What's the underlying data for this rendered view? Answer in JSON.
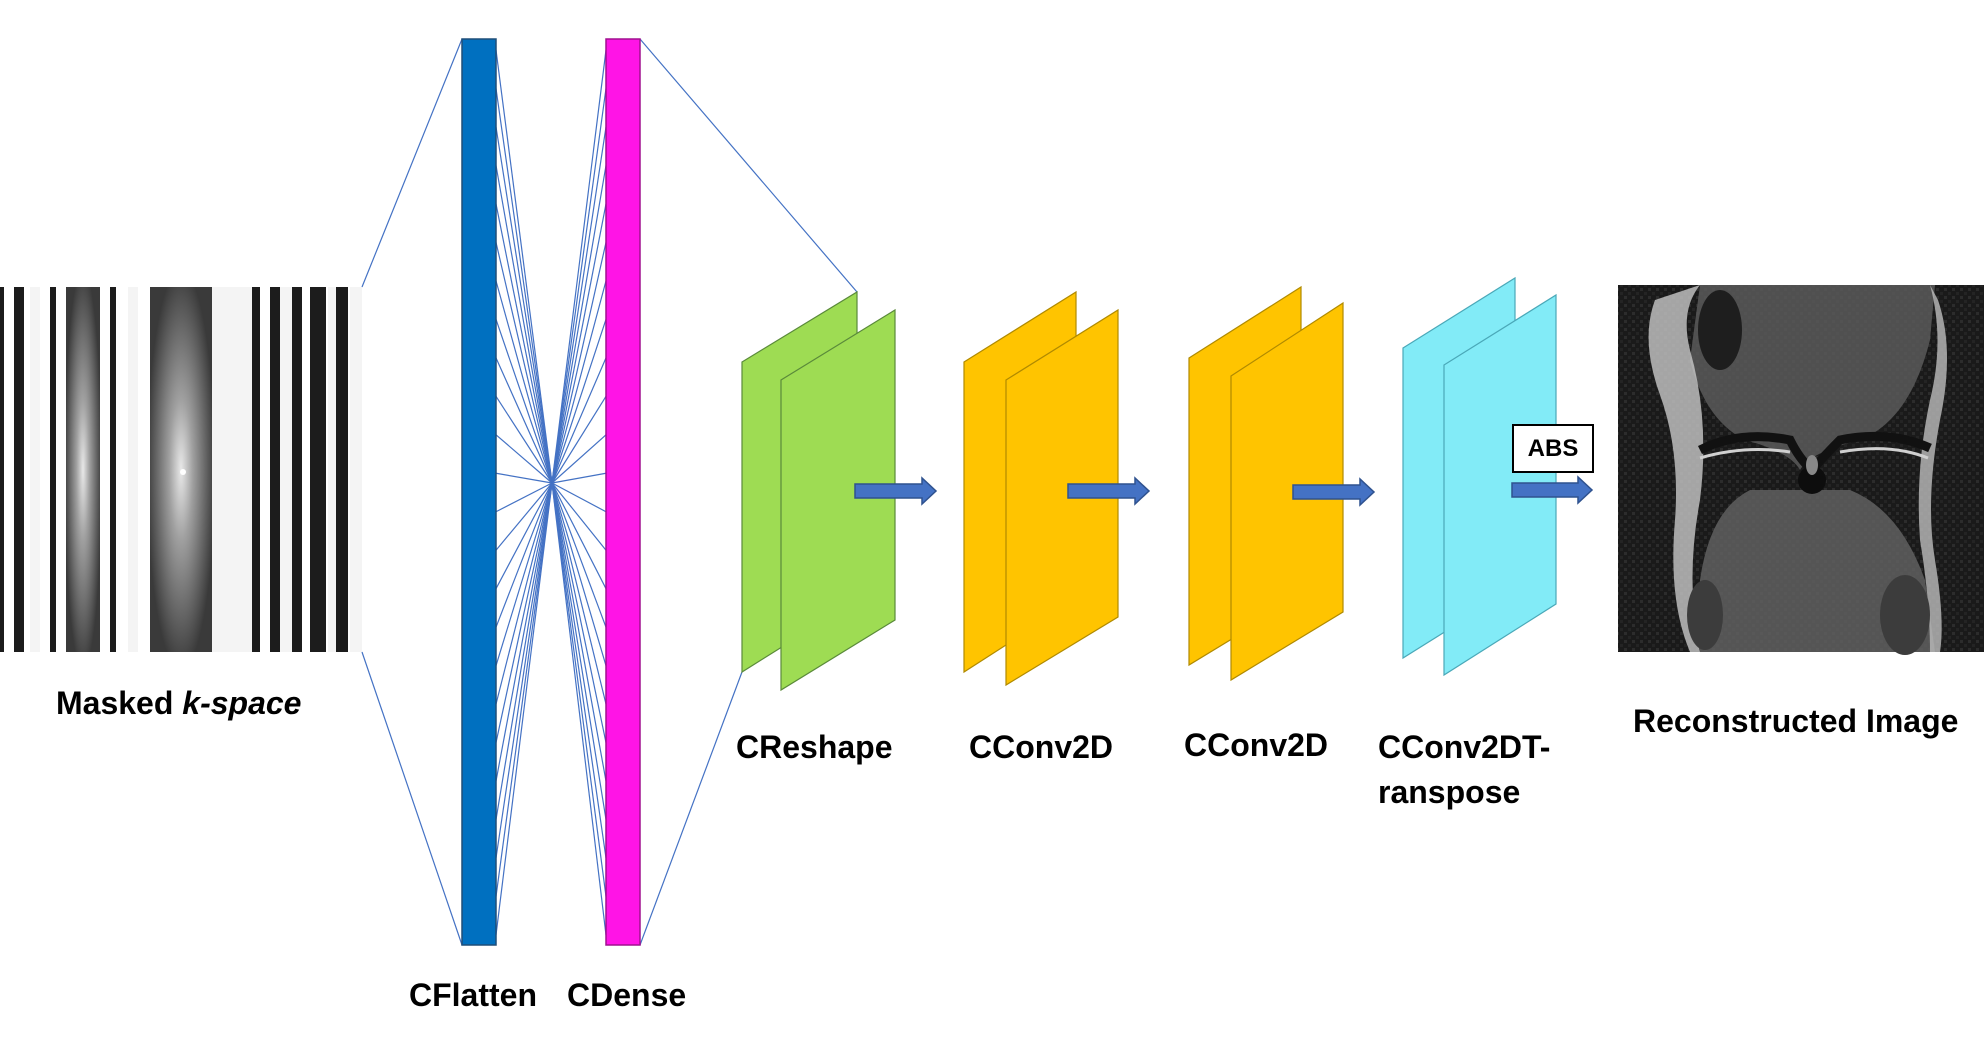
{
  "labels": {
    "input_prefix": "Masked ",
    "input_italic": "k-space",
    "flatten": "CFlatten",
    "dense": "CDense",
    "reshape": "CReshape",
    "conv1": "CConv2D",
    "conv2": "CConv2D",
    "transpose_line1": "CConv2DT-",
    "transpose_line2": "ranspose",
    "abs": "ABS",
    "output": "Reconstructed Image"
  },
  "colors": {
    "flatten": "#0070c0",
    "dense": "#ff14e6",
    "reshape": "#9edc53",
    "conv": "#ffc400",
    "transpose": "#82ebf7",
    "arrow": "#4472c4",
    "connection": "#4472c4"
  },
  "icons": {
    "input": "k-space-stripes-image",
    "output": "knee-mri-image",
    "arrow": "right-arrow-icon"
  }
}
